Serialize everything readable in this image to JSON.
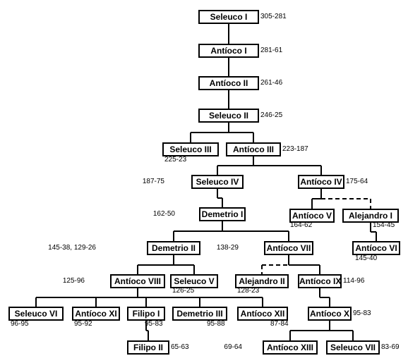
{
  "rulers": [
    {
      "key": "seleuco1",
      "name": "Seleuco I",
      "dates": "305-281"
    },
    {
      "key": "antioco1",
      "name": "Antíoco I",
      "dates": "281-61"
    },
    {
      "key": "antioco2",
      "name": "Antíoco II",
      "dates": "261-46"
    },
    {
      "key": "seleuco2",
      "name": "Seleuco II",
      "dates": "246-25"
    },
    {
      "key": "seleuco3",
      "name": "Seleuco III",
      "dates": "225-23"
    },
    {
      "key": "antioco3",
      "name": "Antíoco III",
      "dates": "223-187"
    },
    {
      "key": "seleuco4",
      "name": "Seleuco IV",
      "dates": "187-75"
    },
    {
      "key": "antioco4",
      "name": "Antíoco IV",
      "dates": "175-64"
    },
    {
      "key": "demetrio1",
      "name": "Demetrio I",
      "dates": "162-50"
    },
    {
      "key": "antioco5",
      "name": "Antíoco V",
      "dates": "164-62"
    },
    {
      "key": "alejandro1",
      "name": "Alejandro I",
      "dates": "154-45"
    },
    {
      "key": "demetrio2",
      "name": "Demetrio II",
      "dates": "145-38, 129-26"
    },
    {
      "key": "antioco7",
      "name": "Antíoco VII",
      "dates": "138-29"
    },
    {
      "key": "antioco6",
      "name": "Antíoco VI",
      "dates": "145-40"
    },
    {
      "key": "antioco8",
      "name": "Antíoco VIII",
      "dates": "125-96"
    },
    {
      "key": "seleuco5",
      "name": "Seleuco V",
      "dates": "126-25"
    },
    {
      "key": "alejandro2",
      "name": "Alejandro II",
      "dates": "128-23"
    },
    {
      "key": "antioco9",
      "name": "Antíoco IX",
      "dates": "114-96"
    },
    {
      "key": "seleuco6",
      "name": "Seleuco VI",
      "dates": "96-95"
    },
    {
      "key": "antioco11",
      "name": "Antíoco XI",
      "dates": "95-92"
    },
    {
      "key": "filipo1",
      "name": "Filipo I",
      "dates": "95-83"
    },
    {
      "key": "demetrio3",
      "name": "Demetrio III",
      "dates": "95-88"
    },
    {
      "key": "antioco12",
      "name": "Antíoco XII",
      "dates": "87-84"
    },
    {
      "key": "antioco10",
      "name": "Antíoco X",
      "dates": "95-83"
    },
    {
      "key": "filipo2",
      "name": "Filipo II",
      "dates": "65-63"
    },
    {
      "key": "antioco13",
      "name": "Antíoco XIII",
      "dates": "69-64"
    },
    {
      "key": "seleuco7",
      "name": "Seleuco VII",
      "dates": "83-69"
    }
  ],
  "links": [
    {
      "from": "seleuco1",
      "to": [
        "antioco1"
      ],
      "style": "solid"
    },
    {
      "from": "antioco1",
      "to": [
        "antioco2"
      ],
      "style": "solid"
    },
    {
      "from": "antioco2",
      "to": [
        "seleuco2"
      ],
      "style": "solid"
    },
    {
      "from": "seleuco2",
      "to": [
        "seleuco3",
        "antioco3"
      ],
      "style": "solid"
    },
    {
      "from": "antioco3",
      "to": [
        "seleuco4",
        "antioco4"
      ],
      "style": "solid"
    },
    {
      "from": "seleuco4",
      "to": [
        "demetrio1"
      ],
      "style": "solid"
    },
    {
      "from": "antioco4",
      "to": [
        "antioco5"
      ],
      "style": "solid"
    },
    {
      "from": "antioco4",
      "to": [
        "alejandro1"
      ],
      "style": "dashed"
    },
    {
      "from": "alejandro1",
      "to": [
        "antioco6"
      ],
      "style": "solid"
    },
    {
      "from": "demetrio1",
      "to": [
        "demetrio2",
        "antioco7"
      ],
      "style": "solid"
    },
    {
      "from": "demetrio2",
      "to": [
        "antioco8",
        "seleuco5"
      ],
      "style": "solid"
    },
    {
      "from": "antioco7",
      "to": [
        "antioco9"
      ],
      "style": "solid"
    },
    {
      "from": "antioco7",
      "to": [
        "alejandro2"
      ],
      "style": "dashed"
    },
    {
      "from": "antioco8",
      "to": [
        "seleuco6",
        "antioco11",
        "filipo1",
        "demetrio3",
        "antioco12"
      ],
      "style": "solid"
    },
    {
      "from": "filipo1",
      "to": [
        "filipo2"
      ],
      "style": "solid"
    },
    {
      "from": "antioco9",
      "to": [
        "antioco10"
      ],
      "style": "solid"
    },
    {
      "from": "antioco10",
      "to": [
        "antioco13",
        "seleuco7"
      ],
      "style": "solid"
    }
  ]
}
